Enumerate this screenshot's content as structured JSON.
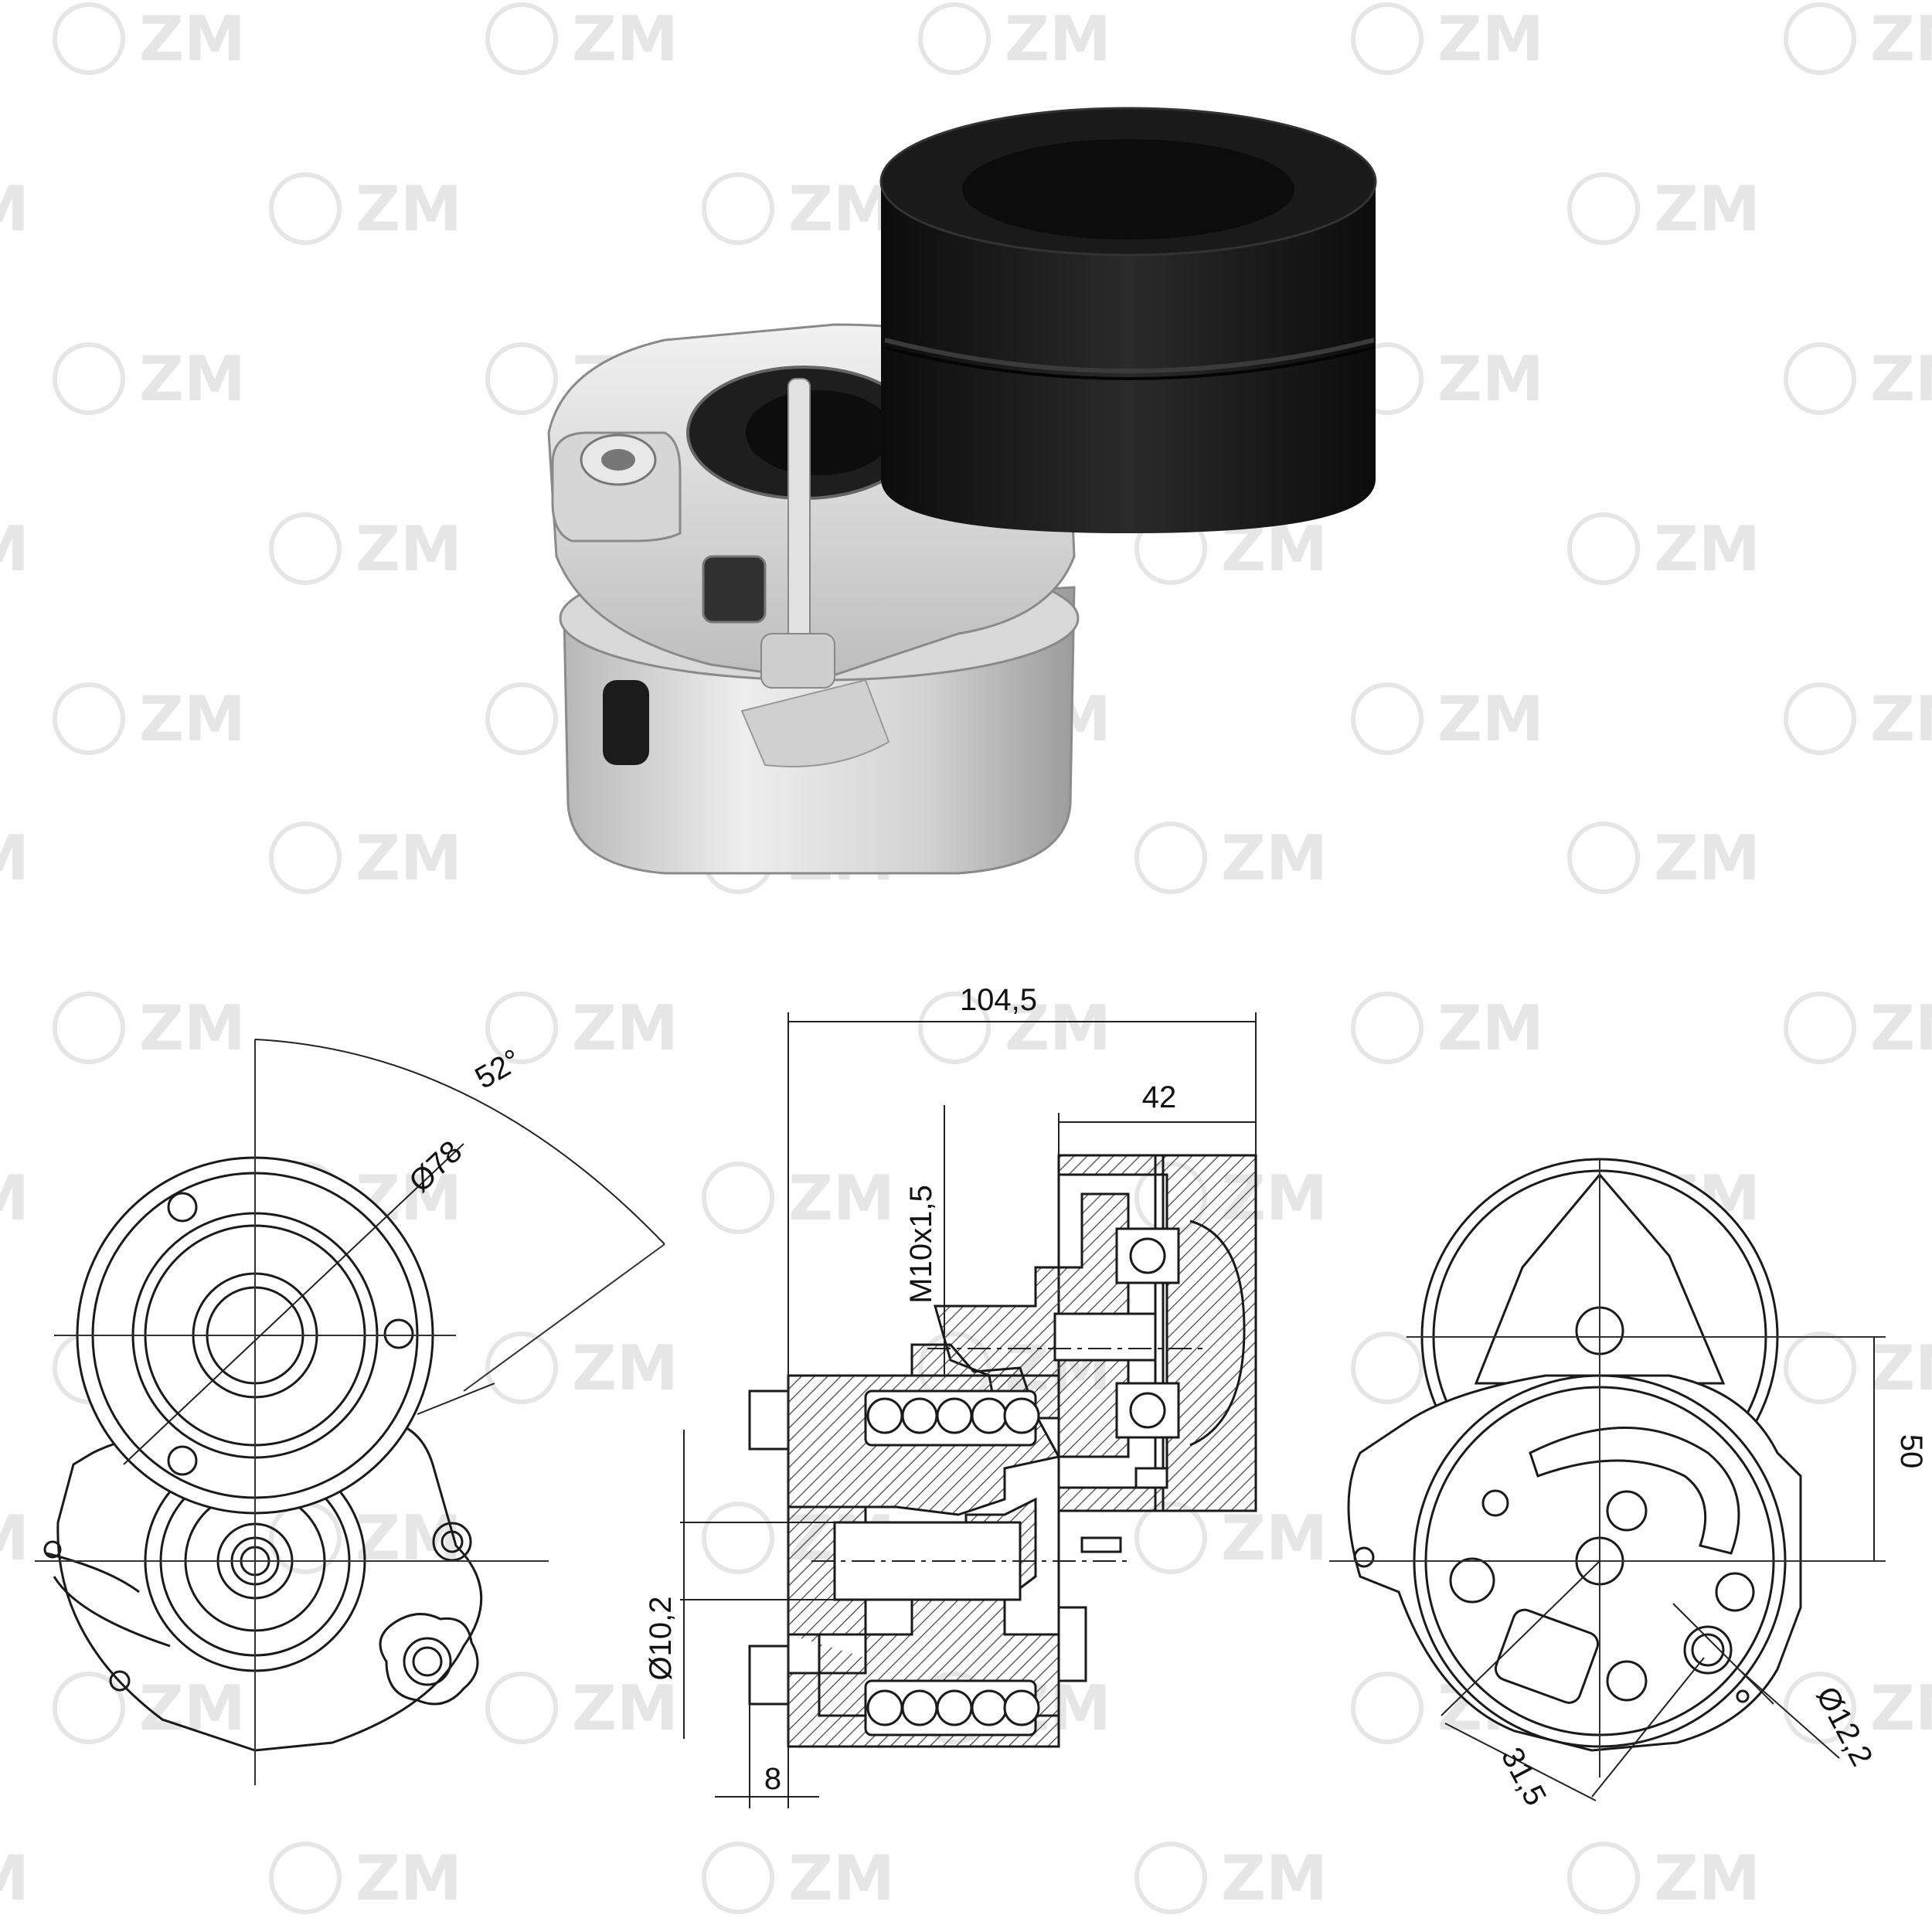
{
  "brand": {
    "logo_text": "ZM",
    "watermark_color": "#c8c8c8",
    "watermark_strong_color": "#e8e8e8"
  },
  "colors": {
    "line": "#1a1a1a",
    "thin_line": "#333333",
    "hatch": "#444444",
    "pulley_dark": "#141414",
    "pulley_mid": "#2a2a2a",
    "metal_light": "#e4e4e4",
    "metal_mid": "#c6c6c6",
    "metal_dark": "#9a9a9a"
  },
  "photo": {
    "subject": "belt tensioner with idler pulley"
  },
  "dimensions": {
    "front": {
      "angle": "52°",
      "pulley_diameter": "Ø78"
    },
    "section": {
      "overall_width": "104,5",
      "pulley_width": "42",
      "thread": "M10x1,5",
      "bore_diameter": "Ø10,2",
      "offset": "8"
    },
    "rear": {
      "center_distance": "50",
      "hole_spacing": "31,5",
      "hole_diameter": "Ø12,2"
    }
  }
}
